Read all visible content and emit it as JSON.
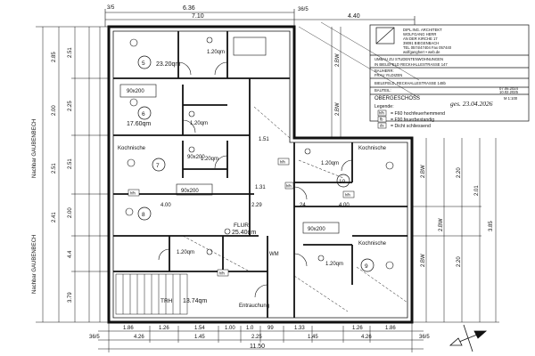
{
  "top_dims": {
    "a": "6.36",
    "b": "4.40",
    "c": "7.10",
    "left_small": "3/5",
    "right_small": "36/5"
  },
  "bottom_dims": {
    "row1": [
      "1.86",
      "1.26",
      "1.54",
      "1.00",
      "1.0",
      "99",
      "1.33",
      "1.26",
      "1.86"
    ],
    "row2": [
      "4.26",
      "1.45",
      "2.25",
      "1.45",
      "4.26"
    ],
    "total": "11.50",
    "corner_left": "36/5",
    "corner_right": "36/5"
  },
  "left_side_labels": [
    "Nachbar GAUBENBECH",
    "Nachbar GAUBENBECH"
  ],
  "left_dims": [
    "2.85",
    "2.00",
    "2.51",
    "2.41",
    "2.51",
    "2.25",
    "2.51",
    "2.00",
    "4.4",
    "3.79"
  ],
  "right_dims": [
    "2.BW",
    "2.BW",
    "2.BW",
    "2.BW",
    "2.BW",
    "2.20",
    "2.01",
    "3.85",
    "2.20"
  ],
  "rooms": [
    {
      "id": "5",
      "area": "23.20qm"
    },
    {
      "id": "6",
      "area": "17.60qm"
    },
    {
      "id": "7",
      "label": "Kochnische"
    },
    {
      "id": "8",
      "label": ""
    },
    {
      "id": "9",
      "label": "Kochnische"
    },
    {
      "id": "10",
      "label": "Kochnische"
    }
  ],
  "flur": {
    "label": "FLUR",
    "area": "25.40qm"
  },
  "trh": {
    "label": "TRH",
    "area": "13.74qm"
  },
  "wm": "WM",
  "entrance": "Entrauchung",
  "bed_labels": [
    "90x200",
    "90x200",
    "90x200",
    "90x200"
  ],
  "bath_labels": [
    "1.20qm",
    "1.20qm",
    "1.20qm",
    "1.20qm",
    "1.20qm",
    "1.20qm"
  ],
  "inner_dims": [
    "4.00",
    "4.00",
    "2.29",
    "24",
    "1.51",
    "1.31"
  ],
  "hfh_labels": [
    "hfh",
    "hfh",
    "hfh",
    "hfh",
    "hfh"
  ],
  "title_block": {
    "lines": [
      "DIPL.ING. ARCHITEKT",
      "WOLFGANG HERR",
      "AN DER KIRCHE 17",
      "39091 BIEGENBACH",
      "TEL 0574/47404  Fax 057440",
      "wolfgangherr • web.de",
      "UMBAU ZU STUDENTENWOHNUNGEN",
      "IN BIELEFELD RECKHALLESTRASSE 147",
      "BAUHERR:",
      "FRAU YILDIZEN",
      "BIELEFELD, RECKHALLESTRASSE 148b",
      "BAUTEIL:",
      "OBERGESCHOSS"
    ],
    "dates": [
      "07.06.2024",
      "10.02.2025"
    ],
    "scale": "M 1:100"
  },
  "handwritten_date": "ges. 23.04.2026",
  "legend": {
    "title": "Legende:",
    "items": [
      "= F60 hochfeuerhemmend",
      "= F90 feuerbestandig",
      "= Dicht schliessend"
    ],
    "symbols": [
      "hfh",
      "fb",
      "ds"
    ]
  },
  "north_arrow": "north-arrow"
}
